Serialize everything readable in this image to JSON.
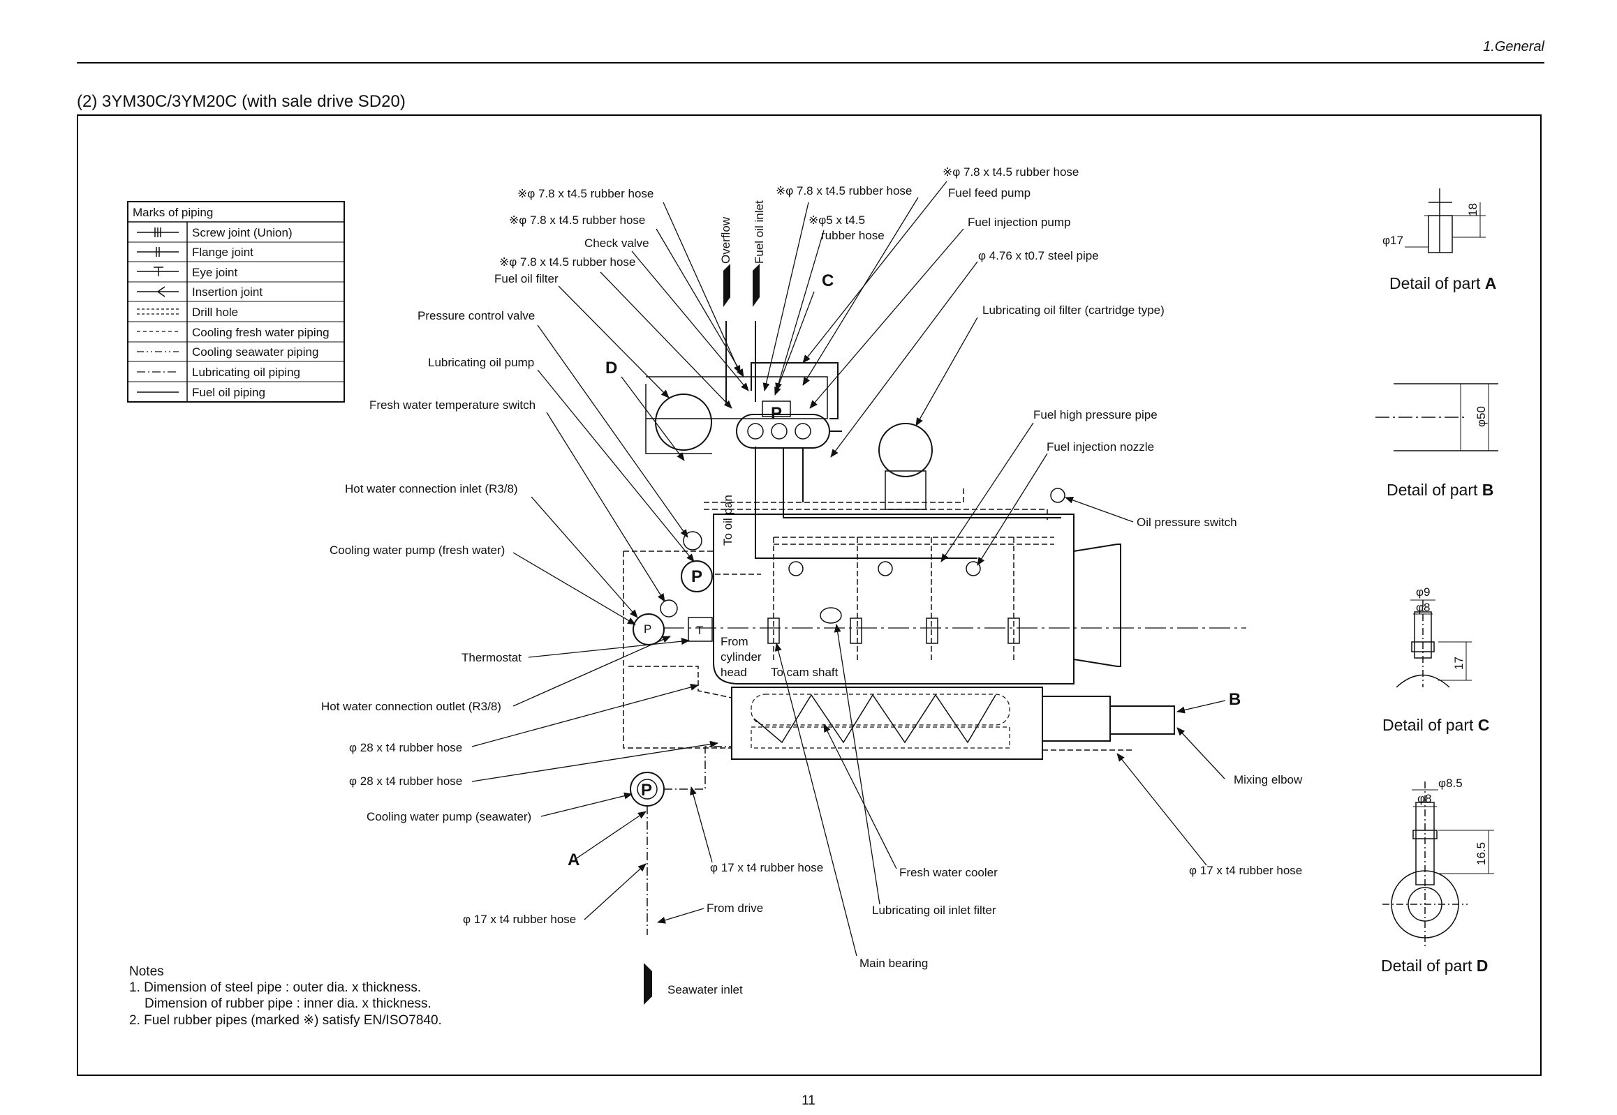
{
  "header": {
    "chapter": "1.General"
  },
  "section_title": "(2)  3YM30C/3YM20C (with sale drive SD20)",
  "page_number": "11",
  "legend": {
    "title": "Marks of piping",
    "rows": [
      "Screw joint (Union)",
      "Flange joint",
      "Eye joint",
      "Insertion joint",
      "Drill hole",
      "Cooling fresh water piping",
      "Cooling seawater piping",
      "Lubricating oil piping",
      "Fuel oil piping"
    ]
  },
  "labels": {
    "rubber_hose_78_a": "※φ 7.8 x t4.5 rubber hose",
    "rubber_hose_78_b": "※φ 7.8 x t4.5 rubber hose",
    "rubber_hose_78_c": "※φ 7.8 x t4.5 rubber hose",
    "rubber_hose_78_d": "※φ 7.8 x t4.5 rubber hose",
    "rubber_hose_78_e": "※φ 7.8 x t4.5 rubber hose",
    "rubber_hose_5": "※φ5 x t4.5",
    "rubber_hose_5_b": "rubber hose",
    "overflow": "Overflow",
    "fuel_oil_inlet": "Fuel oil inlet",
    "check_valve": "Check valve",
    "fuel_oil_filter": "Fuel oil filter",
    "fuel_feed_pump": "Fuel feed pump",
    "fuel_injection_pump": "Fuel injection pump",
    "steel_pipe": "φ 4.76 x t0.7 steel pipe",
    "lube_filter_cartridge": "Lubricating oil filter (cartridge type)",
    "pressure_control_valve": "Pressure control valve",
    "lube_oil_pump": "Lubricating oil pump",
    "fresh_water_temp_switch": "Fresh water temperature switch",
    "fuel_high_pressure_pipe": "Fuel high pressure pipe",
    "fuel_injection_nozzle": "Fuel injection nozzle",
    "hot_water_inlet": "Hot water connection inlet (R3/8)",
    "oil_pressure_switch": "Oil pressure switch",
    "cooling_pump_fresh": "Cooling water pump (fresh water)",
    "thermostat": "Thermostat",
    "from": "From",
    "cylinder": "cylinder",
    "head": "head",
    "to_cam_shaft": "To cam shaft",
    "to_oil_pan": "To oil pan",
    "hot_water_outlet": "Hot water connection  outlet (R3/8)",
    "hose_28_a": "φ 28 x t4 rubber hose",
    "hose_28_b": "φ 28 x t4 rubber hose",
    "cooling_pump_sea": "Cooling water pump (seawater)",
    "mixing_elbow": "Mixing elbow",
    "hose_17_a": "φ 17 x t4 rubber hose",
    "hose_17_b": "φ 17 x t4 rubber hose",
    "hose_17_c": "φ 17 x t4 rubber hose",
    "fresh_water_cooler": "Fresh water cooler",
    "from_drive": "From drive",
    "lube_inlet_filter": "Lubricating oil inlet filter",
    "main_bearing": "Main bearing",
    "seawater_inlet": "Seawater inlet",
    "mark_a": "A",
    "mark_b": "B",
    "mark_c": "C",
    "mark_d": "D",
    "pump_p": "P",
    "thermo_t": "T"
  },
  "details": {
    "a_title": "Detail of part",
    "a_letter": "A",
    "a_dim_dia": "φ17",
    "a_dim_len": "18",
    "b_title": "Detail of part",
    "b_letter": "B",
    "b_dim": "φ50",
    "c_title": "Detail of part",
    "c_letter": "C",
    "c_dim_outer": "φ9",
    "c_dim_inner": "φ8",
    "c_dim_len": "17",
    "d_title": "Detail of part",
    "d_letter": "D",
    "d_dim_outer": "φ8.5",
    "d_dim_inner": "φ8",
    "d_dim_len": "16.5"
  },
  "notes": {
    "title": "Notes",
    "line1": "1. Dimension of steel pipe : outer dia. x thickness.",
    "line2": "Dimension of  rubber pipe : inner dia. x thickness.",
    "line3": "2. Fuel rubber pipes (marked ※) satisfy EN/ISO7840."
  }
}
